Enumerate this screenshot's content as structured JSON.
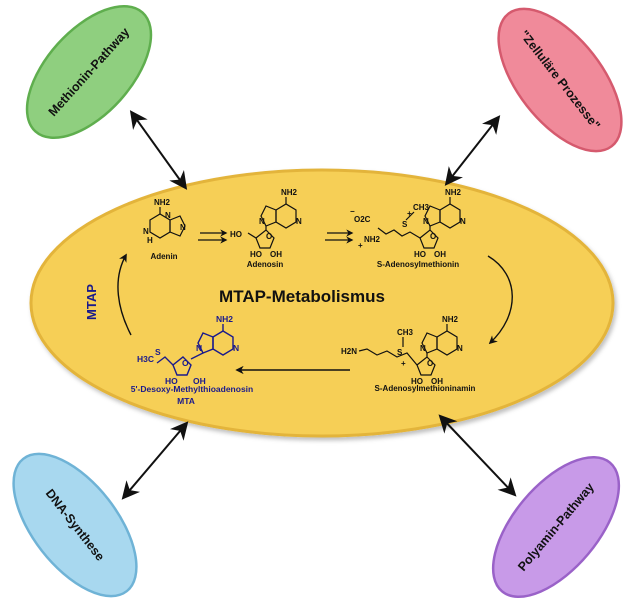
{
  "title": "MTAP-Metabolismus",
  "side_label": "MTAP",
  "pathways": {
    "methionin": "Methionin-Pathway",
    "zellulaere": "\"Zelluläre Prozesse\"",
    "dna": "DNA-Synthese",
    "polyamin": "Polyamin-Pathway"
  },
  "colors": {
    "main_ellipse": "#f6cf57",
    "methionin": "#8fcf7f",
    "zellulaere": "#f08a9a",
    "dna": "#a8d8ef",
    "polyamin": "#c89ae8",
    "mta_text": "#1a1a8c"
  },
  "compounds": {
    "adenin": "Adenin",
    "adenosin": "Adenosin",
    "sam": "S-Adenosylmethionin",
    "samin": "S-Adenosylmethioninamin",
    "mta_name": "5'-Desoxy-Methylthioadenosin",
    "mta_abbr": "MTA"
  },
  "atoms": {
    "nh2": "NH2",
    "n": "N",
    "h": "H",
    "ho": "HO",
    "oh": "OH",
    "o": "O",
    "s": "S",
    "ch3": "CH3",
    "h3c": "H3C",
    "h2n": "H2N",
    "o2c": "O2C",
    "minus": "−",
    "plus": "+"
  }
}
